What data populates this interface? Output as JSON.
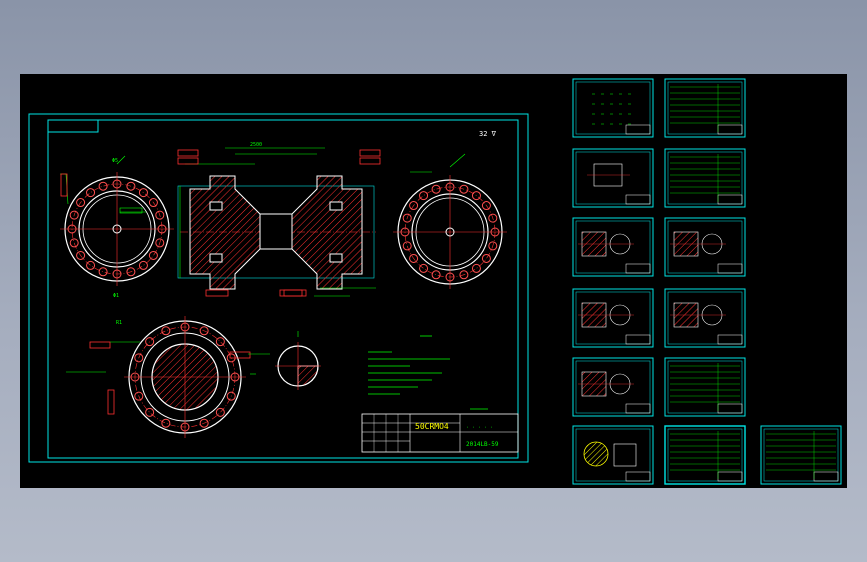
{
  "drawing": {
    "material": "50CRMO4",
    "drawing_number": "2014LB-59",
    "subtitle": "· · · · ·"
  },
  "colors": {
    "background": "#000000",
    "frame": "#00e5e5",
    "outline": "#ffffff",
    "dimension": "#00ff00",
    "annotation_red": "#ff2020",
    "center_line": "#ff3030",
    "highlight": "#ffff00"
  },
  "thumbnails": {
    "count": 13,
    "selected_index": 11
  }
}
